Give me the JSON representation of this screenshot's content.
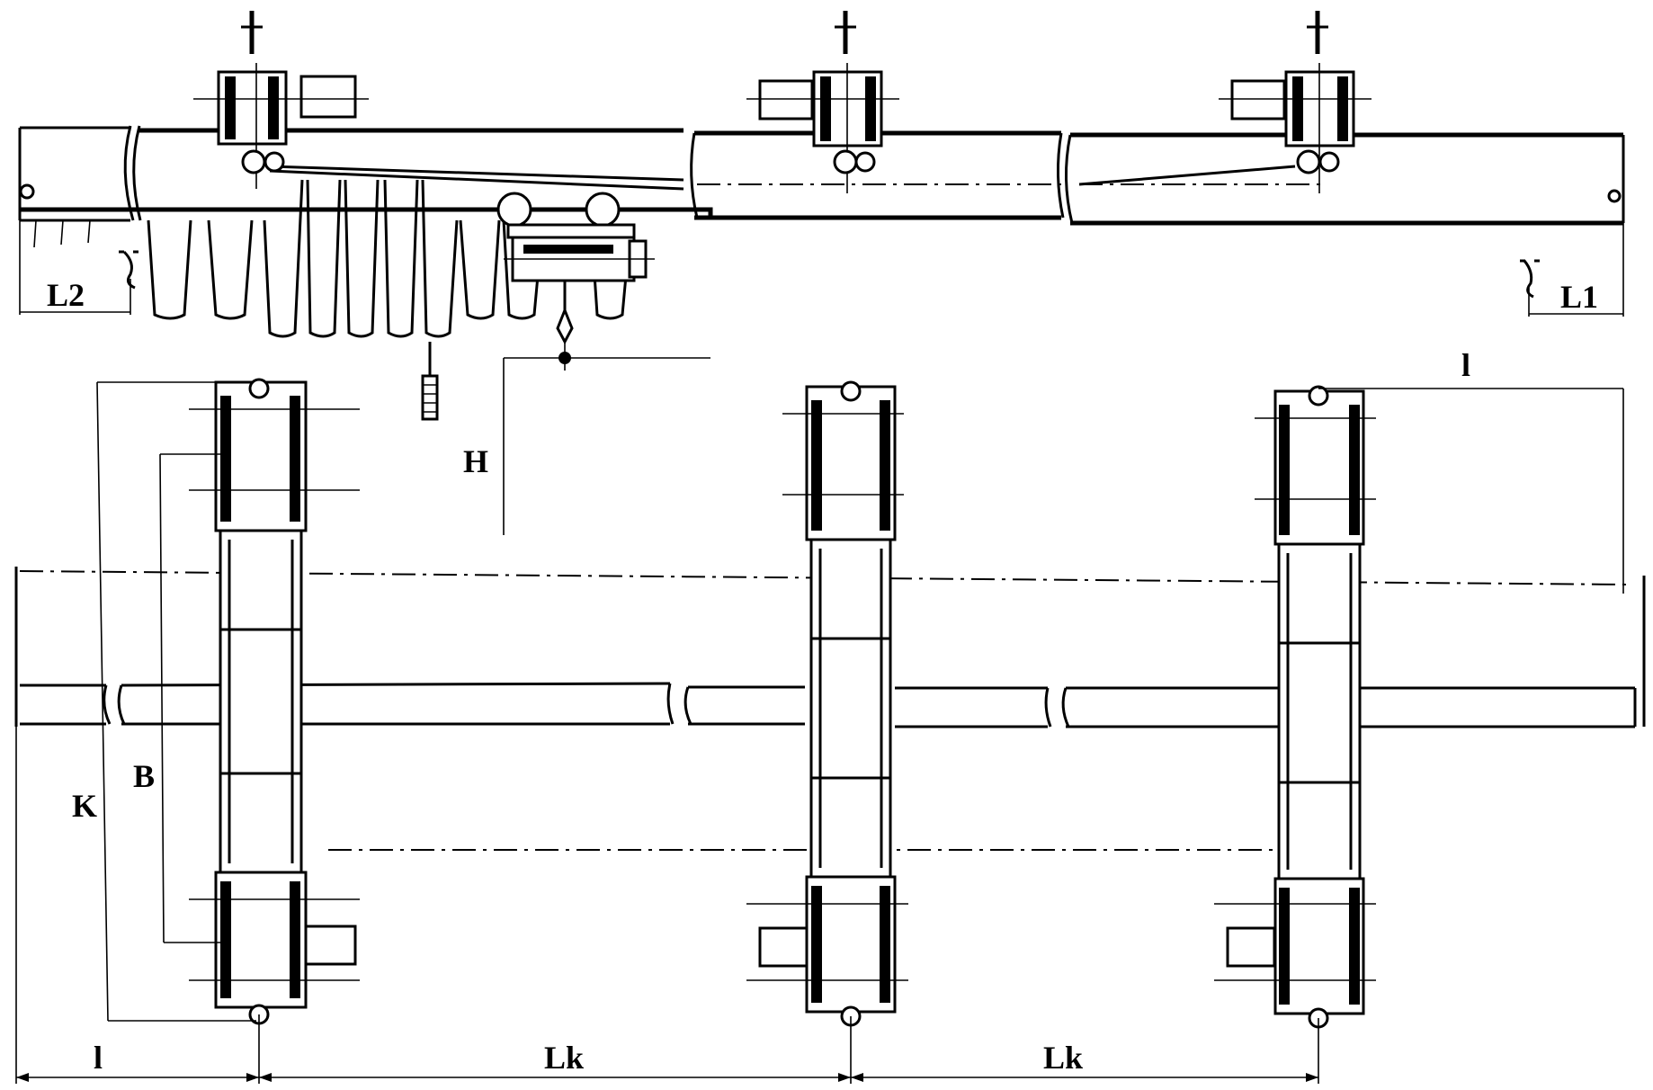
{
  "labels": {
    "L2": "L2",
    "L1": "L1",
    "H": "H",
    "l_top": "l",
    "K": "K",
    "B": "B",
    "l_bottom": "l",
    "Lk_1": "Lk",
    "Lk_2": "Lk"
  }
}
